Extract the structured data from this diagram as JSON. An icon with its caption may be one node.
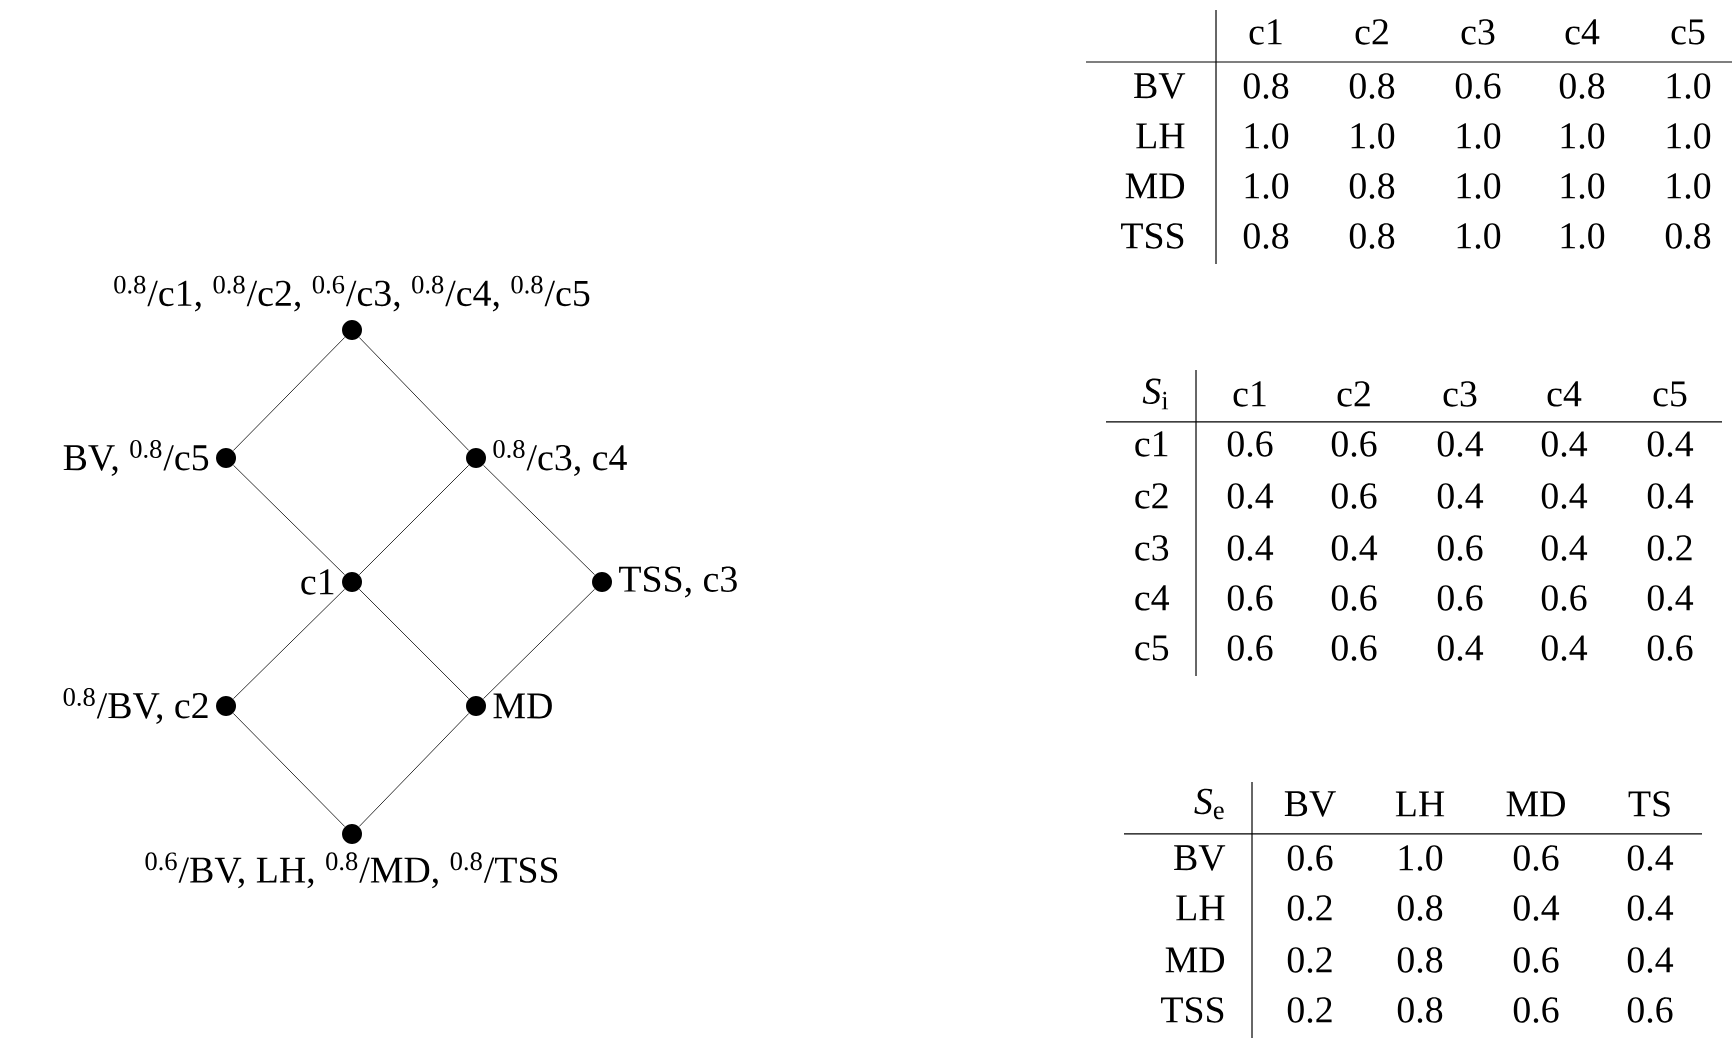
{
  "diagram": {
    "nodes": [
      {
        "text": [],
        "shape": "circle",
        "beside": [
          "$^{0.8}$/c1, $^{0.8}$/c2, $^{0.6}$/c3, $^{0.8}$/c4, $^{0.8}$/c5"
        ]
      },
      {
        "text": [],
        "shape": "circle",
        "beside": [
          "BV, $^{0.8}$/c5"
        ]
      },
      {
        "text": [],
        "shape": "circle",
        "beside": [
          "$^{0.8}$/c3, c4"
        ]
      },
      {
        "text": [],
        "shape": "circle",
        "beside": [
          "c1"
        ]
      },
      {
        "text": [],
        "shape": "circle",
        "beside": [
          "TSS, c3"
        ]
      },
      {
        "text": [],
        "shape": "circle",
        "beside": [
          "$^{0.8}$/BV, c2"
        ]
      },
      {
        "text": [],
        "shape": "circle",
        "beside": [
          "MD"
        ]
      },
      {
        "text": [],
        "shape": "circle",
        "beside": [
          "$^{0.6}$/BV, LH, $^{0.8}$/MD, $^{0.8}$/TSS"
        ]
      }
    ],
    "edges": [
      {
        "from": 0,
        "to": 1,
        "arrow": "none"
      },
      {
        "from": 0,
        "to": 2,
        "arrow": "none"
      },
      {
        "from": 1,
        "to": 3,
        "arrow": "none"
      },
      {
        "from": 2,
        "to": 3,
        "arrow": "none"
      },
      {
        "from": 2,
        "to": 4,
        "arrow": "none"
      },
      {
        "from": 3,
        "to": 5,
        "arrow": "none"
      },
      {
        "from": 3,
        "to": 6,
        "arrow": "none"
      },
      {
        "from": 4,
        "to": 6,
        "arrow": "none"
      },
      {
        "from": 5,
        "to": 7,
        "arrow": "none"
      },
      {
        "from": 6,
        "to": 7,
        "arrow": "none"
      }
    ],
    "labels": [
      "c1",
      "c2",
      "c3",
      "c4",
      "c5",
      "BV",
      "0.8",
      "0.8",
      "0.6",
      "0.8",
      "1.0",
      "LH",
      "1.0",
      "1.0",
      "1.0",
      "1.0",
      "1.0",
      "MD",
      "1.0",
      "0.8",
      "1.0",
      "1.0",
      "1.0",
      "TSS",
      "0.8",
      "0.8",
      "1.0",
      "1.0",
      "0.8",
      "*S*$_{i}$",
      "c1",
      "c2",
      "c3",
      "c4",
      "c5",
      "c1",
      "0.6",
      "0.6",
      "0.4",
      "0.4",
      "0.4",
      "c2",
      "0.4",
      "0.6",
      "0.4",
      "0.4",
      "0.4",
      "c3",
      "0.4",
      "0.4",
      "0.6",
      "0.4",
      "0.2",
      "c4",
      "0.6",
      "0.6",
      "0.6",
      "0.6",
      "0.4",
      "c5",
      "0.6",
      "0.6",
      "0.4",
      "0.4",
      "0.6",
      "*S*$_{e}$",
      "BV",
      "LH",
      "MD",
      "TS",
      "BV",
      "0.6",
      "1.0",
      "0.6",
      "0.4",
      "LH",
      "0.2",
      "0.8",
      "0.4",
      "0.4",
      "MD",
      "0.2",
      "0.8",
      "0.6",
      "0.4",
      "TSS",
      "0.2",
      "0.8",
      "0.6",
      "0.6"
    ]
  }
}
